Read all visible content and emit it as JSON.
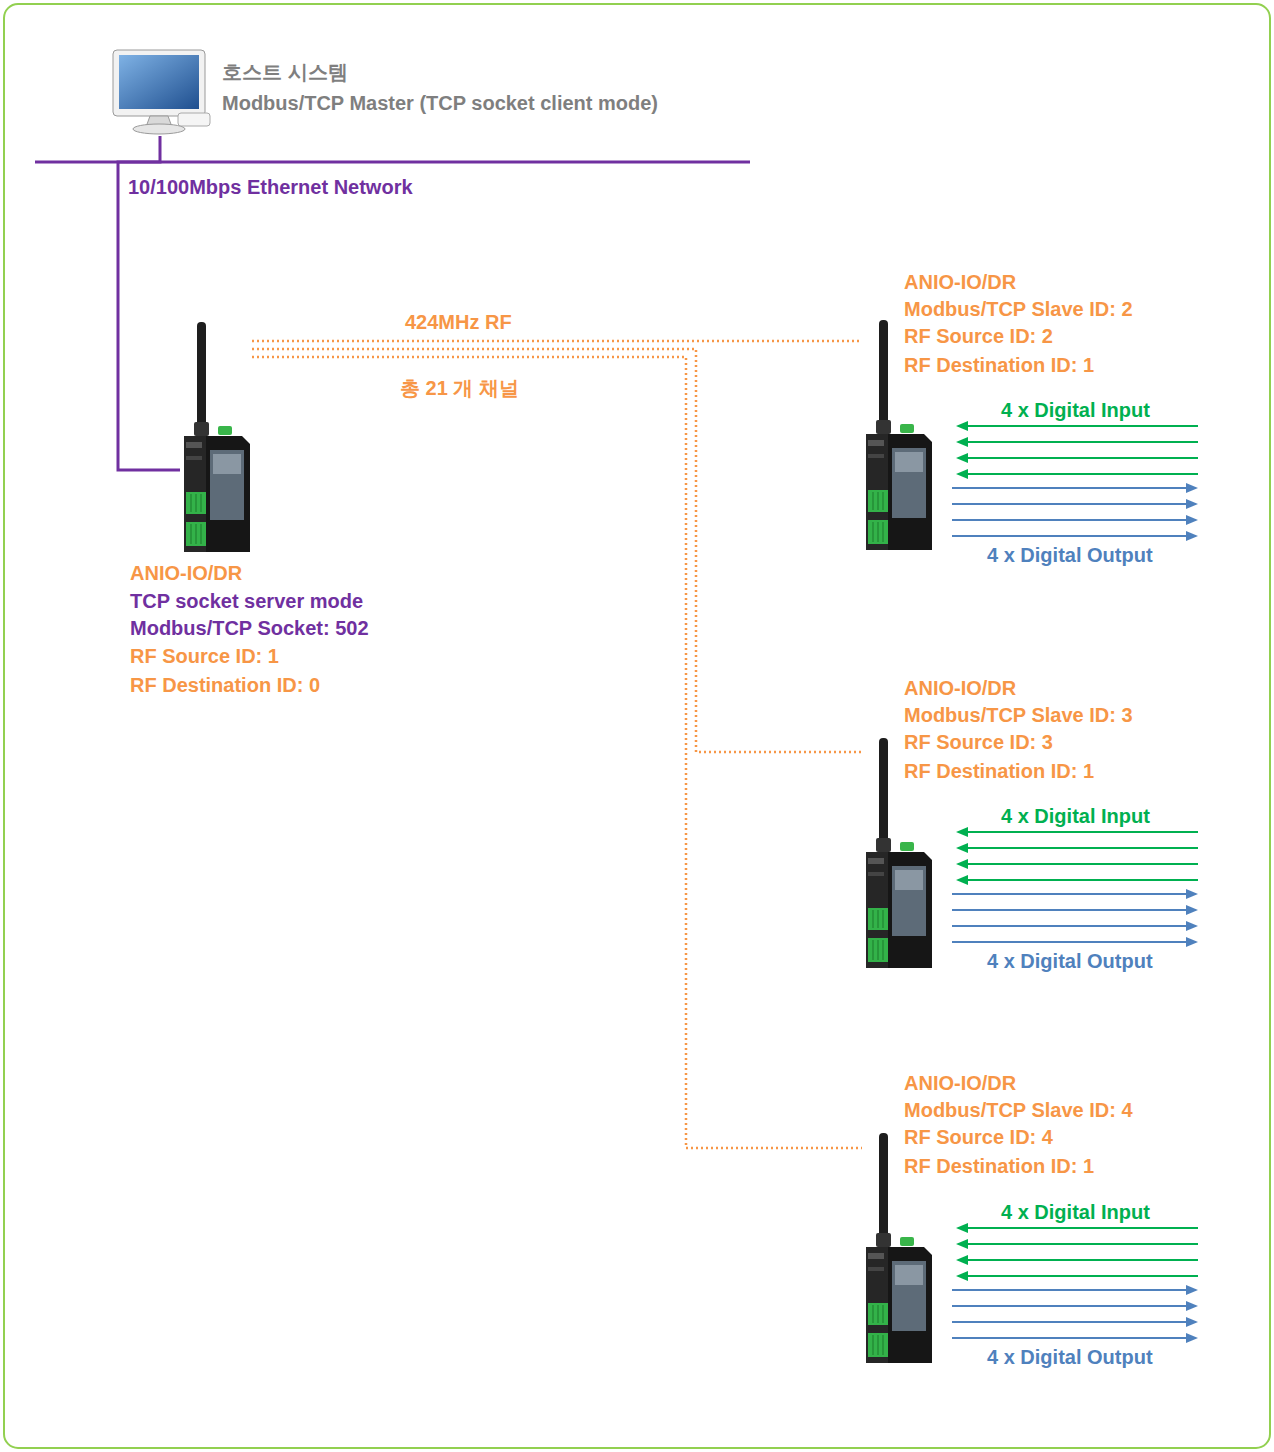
{
  "diagram": {
    "nodes": [
      {
        "text": [
          "호스트 시스템",
          "Modbus/TCP Master (TCP socket client mode)"
        ]
      },
      {
        "text": [
          "ANIO-IO/DR",
          "TCP socket server mode",
          "Modbus/TCP Socket: 502",
          "RF Source ID: 1",
          "RF Destination ID: 0"
        ]
      },
      {
        "text": [
          "ANIO-IO/DR",
          "Modbus/TCP Slave ID: 2",
          "RF Source ID: 2",
          "RF Destination ID: 1"
        ]
      },
      {
        "text": [
          "ANIO-IO/DR",
          "Modbus/TCP Slave ID: 3",
          "RF Source ID: 3",
          "RF Destination ID: 1"
        ]
      },
      {
        "text": [
          "ANIO-IO/DR",
          "Modbus/TCP Slave ID: 4",
          "RF Source ID: 4",
          "RF Destination ID: 1"
        ]
      }
    ],
    "edges": [
      {
        "from": 0,
        "to": 1,
        "arrow": "none"
      },
      {
        "from": 1,
        "to": 2,
        "arrow": "none"
      },
      {
        "from": 1,
        "to": 3,
        "arrow": "none"
      },
      {
        "from": 1,
        "to": 4,
        "arrow": "none"
      }
    ],
    "labels": [
      "10/100Mbps Ethernet Network",
      "424MHz RF",
      "총 21 개 채널",
      "4 x Digital Input",
      "4 x Digital Output",
      "4 x Digital Input",
      "4 x Digital Output",
      "4 x Digital Input",
      "4 x Digital Output"
    ]
  }
}
